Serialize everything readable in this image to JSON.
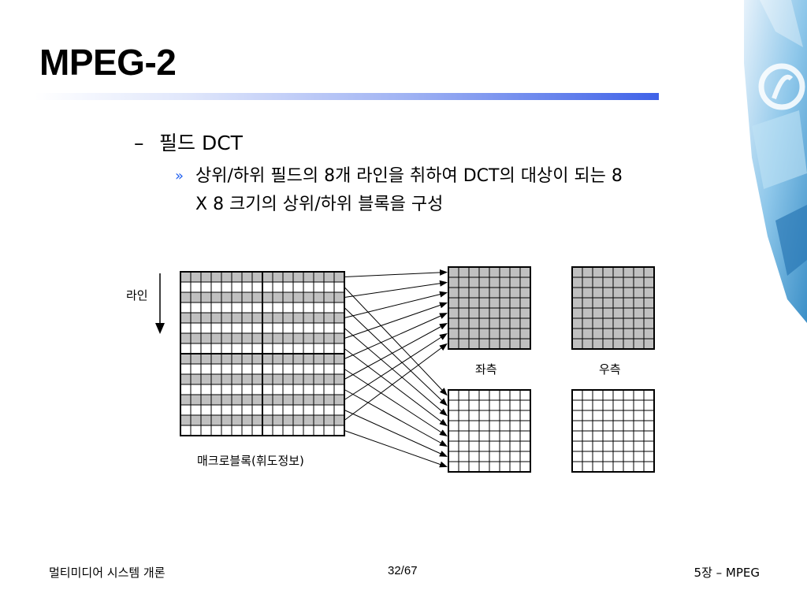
{
  "slide": {
    "title": "MPEG-2",
    "bullet_level1": {
      "marker": "–",
      "text": "필드 DCT"
    },
    "bullet_level2": {
      "marker": "»",
      "line1": "상위/하위 필드의 8개 라인을 취하여 DCT의 대상이 되는 8",
      "line2": "X 8 크기의 상위/하위 블록을 구성"
    }
  },
  "diagram": {
    "line_label": "라인",
    "macroblock_label": "매크로블록(휘도정보)",
    "left_label": "좌측",
    "right_label": "우측",
    "macroblock_rows": 16,
    "macroblock_cols": 16,
    "block_rows": 8,
    "block_cols": 8
  },
  "footer": {
    "course": "멀티미디어 시스템 개론",
    "page": "32/67",
    "chapter": "5장 – MPEG"
  },
  "colors": {
    "title_bar_accent": "#3f62e8",
    "bullet_marker": "#1f5ff0",
    "shaded_cell": "#c0c0c0",
    "decor_blue": "#5aa9dc"
  }
}
